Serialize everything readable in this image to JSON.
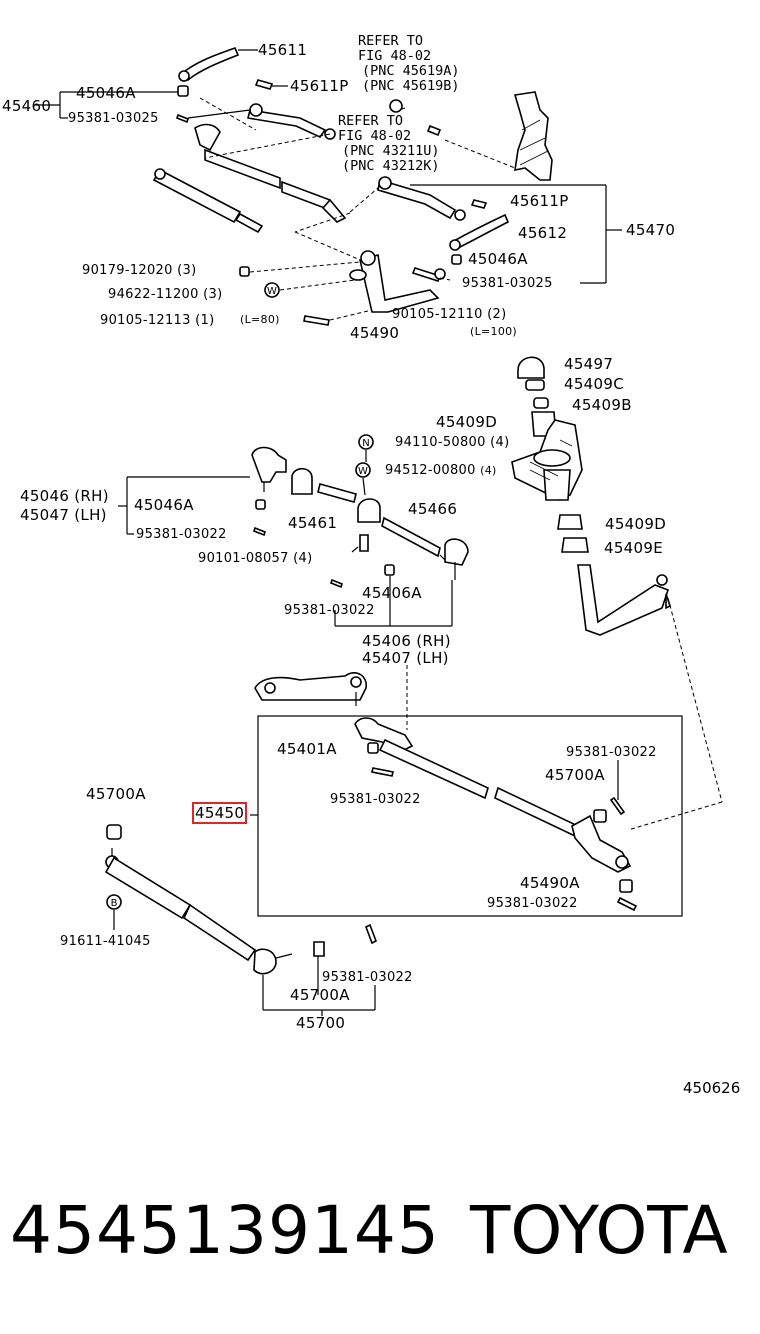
{
  "labels": {
    "p45611": "45611",
    "p45611p_top": "45611P",
    "p45046a_top": "45046A",
    "p45460": "45460",
    "p95381_03025_top": "95381-03025",
    "refer1_l1": "REFER TO",
    "refer1_l2": "FIG 48-02",
    "refer1_l3": "(PNC 45619A)",
    "refer1_l4": "(PNC 45619B)",
    "refer2_l1": "REFER TO",
    "refer2_l2": "FIG 48-02",
    "refer2_l3": "(PNC 43211U)",
    "refer2_l4": "(PNC 43212K)",
    "p45611p_mid": "45611P",
    "p45612": "45612",
    "p45470": "45470",
    "p45046a_mid": "45046A",
    "p95381_03025_mid": "95381-03025",
    "p90179": "90179-12020",
    "p90179_qty": "(3)",
    "p94622": "94622-11200",
    "p94622_qty": "(3)",
    "p90105_12113": "90105-12113",
    "p90105_12113_qty": "(1)",
    "p90105_12113_len": "(L=80)",
    "p45490": "45490",
    "p90105_12110": "90105-12110",
    "p90105_12110_qty": "(2)",
    "p90105_12110_len": "(L=100)",
    "p45497": "45497",
    "p45409c": "45409C",
    "p45409b": "45409B",
    "p45409d_top": "45409D",
    "p94110": "94110-50800",
    "p94110_qty": "(4)",
    "p94512": "94512-00800",
    "p94512_qty": "(4)",
    "p45046rh": "45046 (RH)",
    "p45047lh": "45047 (LH)",
    "p45046a_low": "45046A",
    "p95381_03022_a": "95381-03022",
    "p45461": "45461",
    "p45466": "45466",
    "p90101": "90101-08057",
    "p90101_qty": "(4)",
    "p45406a": "45406A",
    "p95381_03022_b": "95381-03022",
    "p45406rh": "45406 (RH)",
    "p45407lh": "45407 (LH)",
    "p45409d_low": "45409D",
    "p45409e": "45409E",
    "p45401a": "45401A",
    "p95381_03022_c": "95381-03022",
    "p95381_03022_d": "95381-03022",
    "p45700a_right": "45700A",
    "p45700a_left": "45700A",
    "p45450": "45450",
    "p45490a": "45490A",
    "p95381_03022_e": "95381-03022",
    "p91611": "91611-41045",
    "p95381_03022_f": "95381-03022",
    "p45700a_bottom": "45700A",
    "p45700": "45700",
    "marker_n": "N",
    "marker_w1": "W",
    "marker_w2": "W",
    "marker_b": "B"
  },
  "figure_id": "450626",
  "footer": {
    "part_number": "4545139145",
    "brand": "TOYOTA"
  },
  "colors": {
    "highlight": "#d8282a",
    "ink": "#000000"
  }
}
